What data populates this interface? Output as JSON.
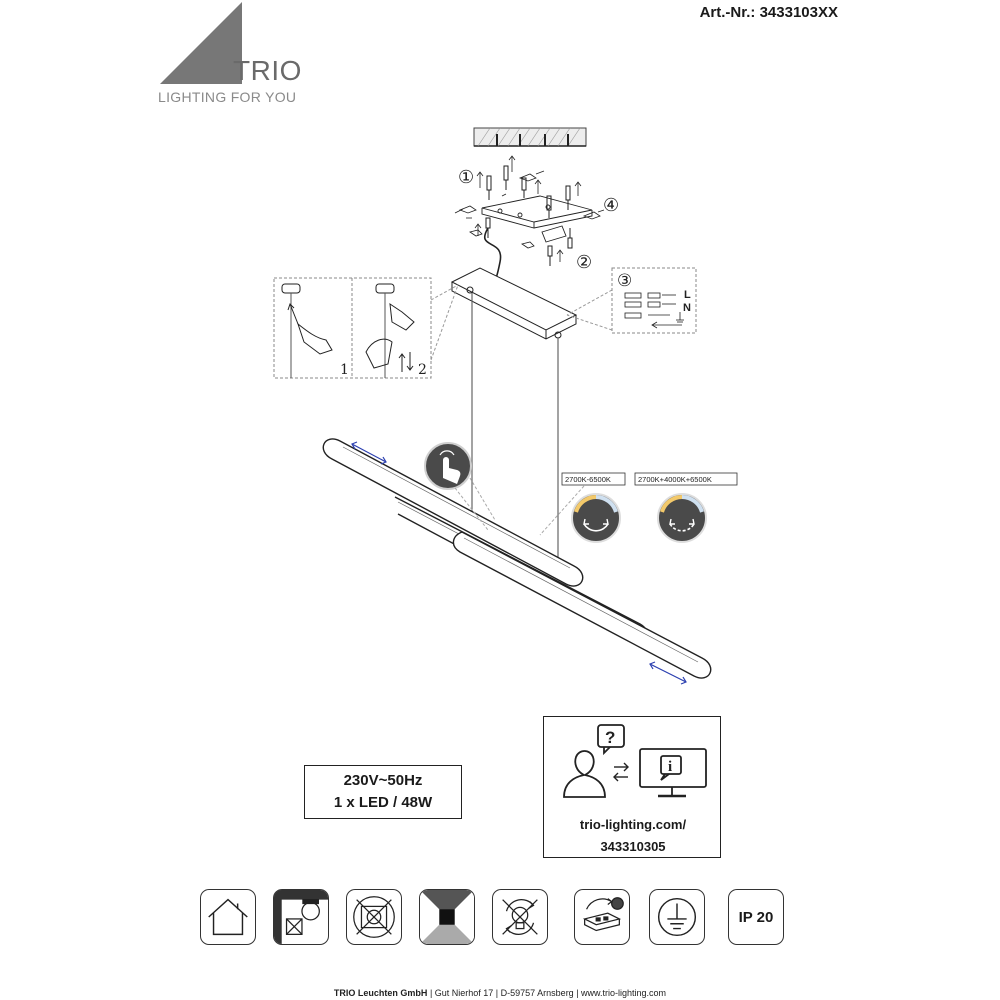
{
  "header": {
    "article_number": "Art.-Nr.: 3433103XX",
    "brand_name": "TRIO",
    "brand_tagline": "LIGHTING FOR YOU"
  },
  "diagram": {
    "step_markers": [
      "①",
      "②",
      "③",
      "④"
    ],
    "hand_step_numbers": [
      "1",
      "2"
    ],
    "wiring_labels": {
      "live": "L",
      "neutral": "N"
    },
    "color_temperature_ranges": [
      "2700K-6500K",
      "2700K+4000K+6500K"
    ]
  },
  "specs": {
    "voltage": "230V~50Hz",
    "led": "1 x LED / 48W"
  },
  "support": {
    "url_line1": "trio-lighting.com/",
    "url_line2": "343310305"
  },
  "symbols": {
    "icons": [
      "indoor-use-icon",
      "dimmable-switch-icon",
      "no-covering-icon",
      "up-down-light-icon",
      "led-not-replaceable-icon",
      "driver-replaceable-icon",
      "protection-class-1-icon",
      "ip-rating-icon"
    ],
    "ip_rating": "IP 20"
  },
  "footer": {
    "company": "TRIO Leuchten GmbH",
    "address": " | Gut Nierhof 17 | D-59757 Arnsberg | www.trio-lighting.com"
  },
  "colors": {
    "accent_blue": "#2b3fb0",
    "logo_grey": "#6a6a6a"
  }
}
